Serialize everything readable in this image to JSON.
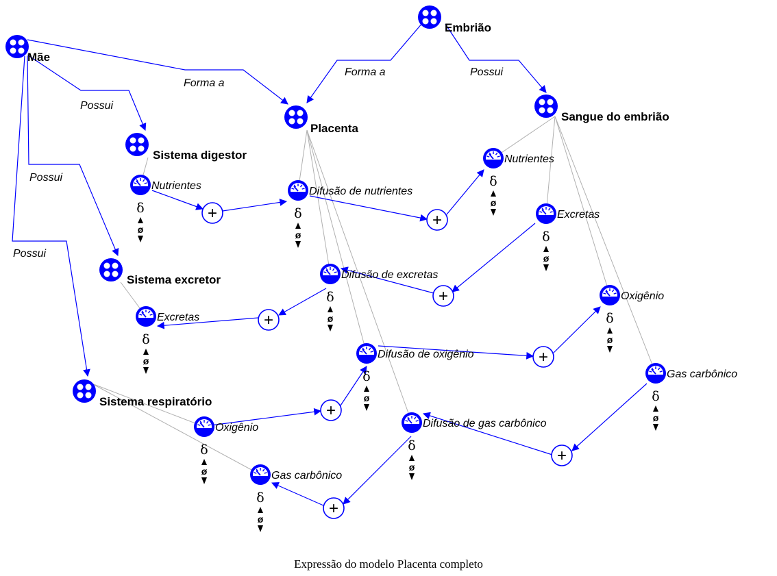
{
  "colors": {
    "link": "#0000ff",
    "structure": "#b0b0b0",
    "icon": "#0000ff",
    "text": "#000000"
  },
  "entities": [
    {
      "id": "mae",
      "label": "Mãe"
    },
    {
      "id": "embriao",
      "label": "Embrião"
    },
    {
      "id": "placenta",
      "label": "Placenta"
    },
    {
      "id": "sangue",
      "label": "Sangue do embrião"
    },
    {
      "id": "digestor",
      "label": "Sistema digestor"
    },
    {
      "id": "excretor",
      "label": "Sistema excretor"
    },
    {
      "id": "respiratorio",
      "label": "Sistema respiratório"
    }
  ],
  "relations": [
    {
      "label": "Forma a"
    },
    {
      "label": "Forma a"
    },
    {
      "label": "Possui"
    },
    {
      "label": "Possui"
    },
    {
      "label": "Possui"
    },
    {
      "label": "Possui"
    }
  ],
  "quantities": [
    {
      "id": "q_dig_nut",
      "label": "Nutrientes"
    },
    {
      "id": "q_dif_nut",
      "label": "Difusão de nutrientes"
    },
    {
      "id": "q_emb_nut",
      "label": "Nutrientes"
    },
    {
      "id": "q_emb_exc",
      "label": "Excretas"
    },
    {
      "id": "q_dif_exc",
      "label": "Difusão de excretas"
    },
    {
      "id": "q_mae_exc",
      "label": "Excretas"
    },
    {
      "id": "q_emb_oxi",
      "label": "Oxigênio"
    },
    {
      "id": "q_dif_oxi",
      "label": "Difusão de oxigênio"
    },
    {
      "id": "q_emb_gas",
      "label": "Gas carbônico"
    },
    {
      "id": "q_resp_oxi",
      "label": "Oxigênio"
    },
    {
      "id": "q_dif_gas",
      "label": "Difusão de gas carbônico"
    },
    {
      "id": "q_resp_gas",
      "label": "Gas carbônico"
    }
  ],
  "quantity_space": {
    "delta": "δ",
    "zero": "ø"
  },
  "influence_sign": "+",
  "caption": "Expressão do modelo Placenta completo"
}
